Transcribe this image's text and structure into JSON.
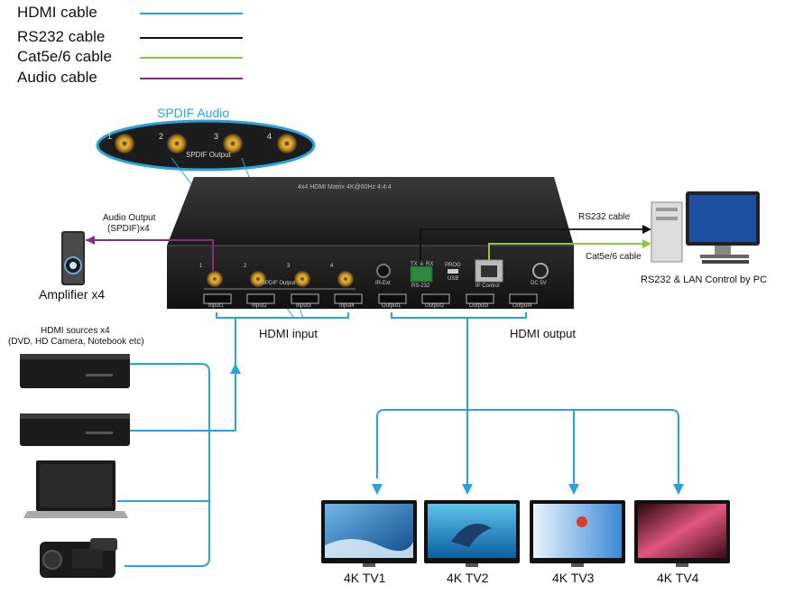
{
  "legend": [
    {
      "label": "HDMI cable",
      "color": "#29a3dc"
    },
    {
      "label": "RS232 cable",
      "color": "#111111"
    },
    {
      "label": "Cat5e/6 cable",
      "color": "#8dc63f"
    },
    {
      "label": "Audio cable",
      "color": "#8b2a7e"
    }
  ],
  "spdif": {
    "title": "SPDIF Audio",
    "output_label": "SPDIF Output",
    "ports": [
      "1",
      "2",
      "3",
      "4"
    ]
  },
  "matrix": {
    "top_label": "4x4 HDMI Matrix 4K@60Hz 4:4:4",
    "spdif_label": "SPDIF Output",
    "audio_ports": [
      "1",
      "2",
      "3",
      "4"
    ],
    "ir_label": "IR-Ext",
    "rs232_top": "TX ⏚ RX",
    "rs232_label": "RS-232",
    "prog_label": "PROG",
    "usb_label": "USB",
    "ip_label": "IP Control",
    "dc_label": "DC 5V",
    "inputs": [
      "Input1",
      "Input2",
      "Input3",
      "Input4"
    ],
    "outputs": [
      "Output1",
      "Output2",
      "Output3",
      "Output4"
    ]
  },
  "labels": {
    "audio_output_line1": "Audio Output",
    "audio_output_line2": "(SPDIF)x4",
    "amplifier": "Amplifier x4",
    "rs232_cable": "RS232 cable",
    "cat_cable": "Cat5e/6 cable",
    "pc": "RS232 & LAN Control by PC",
    "hdmi_input": "HDMI input",
    "hdmi_output": "HDMI output",
    "sources_line1": "HDMI sources x4",
    "sources_line2": "(DVD, HD Camera, Notebook etc)"
  },
  "tvs": [
    "4K TV1",
    "4K TV2",
    "4K TV3",
    "4K TV4"
  ]
}
